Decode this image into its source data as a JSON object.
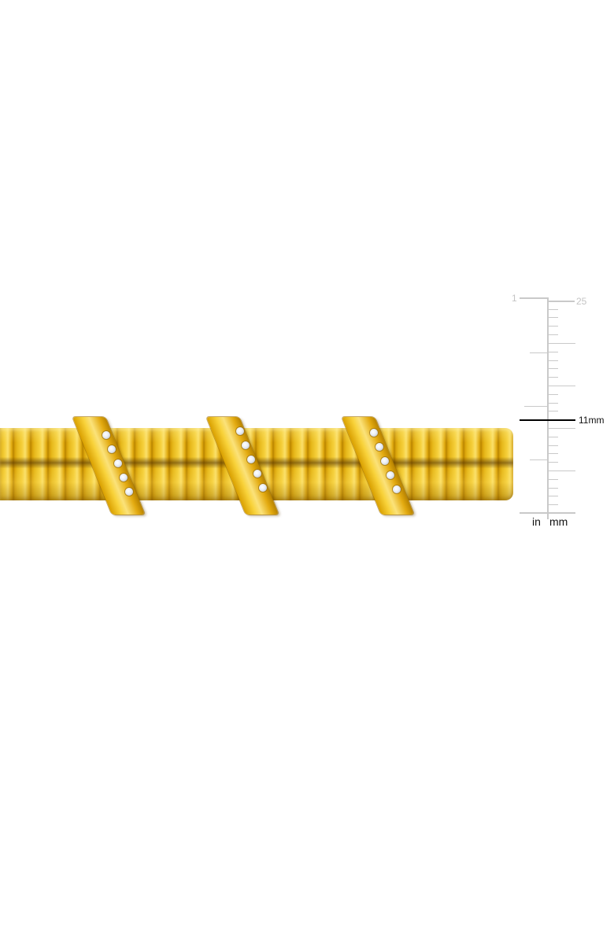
{
  "image": {
    "subject": "gold-plated omega-style bracelet with three diagonal stone-set wraps",
    "background_color": "#ffffff",
    "metal_color": "#efc22a",
    "stone_color": "#eef1f6",
    "clasp_count": 3,
    "stones_per_clasp": 5
  },
  "ruler": {
    "inch_label": "1",
    "mm_label": "25",
    "measurement_label": "11mm",
    "unit_left": "in",
    "unit_right": "mm",
    "line_color": "#c9c9c9",
    "marker_color": "#000000"
  }
}
